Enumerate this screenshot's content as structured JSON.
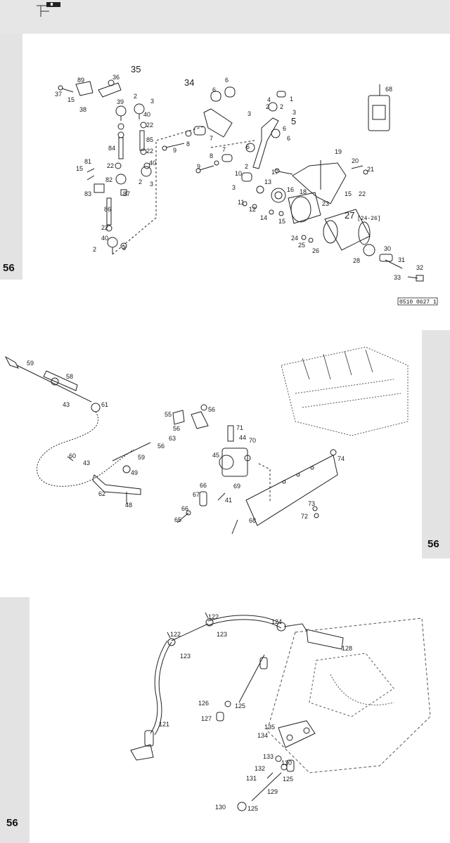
{
  "section_tabs": [
    "56",
    "56",
    "56"
  ],
  "reference": "0510 0627   1",
  "top_callouts": [
    "37",
    "15",
    "89",
    "38",
    "36",
    "35",
    "39",
    "2",
    "3",
    "40",
    "22",
    "85",
    "84",
    "81",
    "15",
    "22",
    "83",
    "82",
    "87",
    "86",
    "22",
    "40",
    "2",
    "3",
    "2",
    "3",
    "40",
    "22",
    "34",
    "6",
    "6",
    "4",
    "2",
    "1",
    "3",
    "2",
    "3",
    "5",
    "6",
    "6",
    "7",
    "8",
    "9",
    "9",
    "8",
    "7",
    "6",
    "2",
    "10",
    "3",
    "13",
    "11",
    "12",
    "16",
    "18",
    "17",
    "19",
    "20",
    "21",
    "15",
    "22",
    "23",
    "14",
    "15",
    "27",
    "[24-26]",
    "24",
    "25",
    "26",
    "28",
    "30",
    "31",
    "33",
    "32",
    "68"
  ],
  "middle_callouts": [
    "59",
    "58",
    "43",
    "61",
    "55",
    "56",
    "56",
    "63",
    "56",
    "59",
    "60",
    "43",
    "49",
    "62",
    "48",
    "71",
    "44",
    "70",
    "45",
    "74",
    "66",
    "69",
    "67",
    "41",
    "66",
    "65",
    "73",
    "72",
    "68"
  ],
  "bottom_callouts": [
    "122",
    "124",
    "122",
    "123",
    "123",
    "128",
    "126",
    "125",
    "127",
    "121",
    "135",
    "134",
    "133",
    "130",
    "132",
    "125",
    "131",
    "129",
    "130",
    "125"
  ]
}
